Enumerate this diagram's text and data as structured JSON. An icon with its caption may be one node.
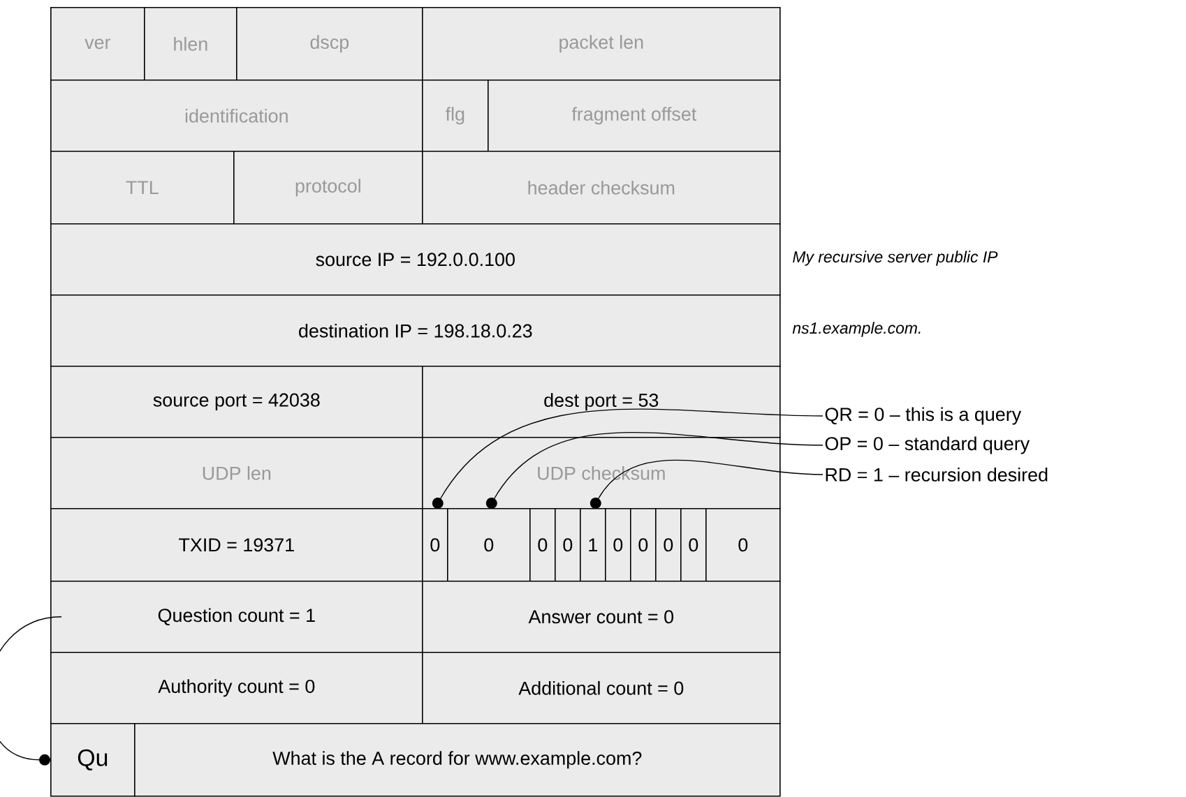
{
  "diagram": {
    "nodes": [
      {
        "text": [
          "ver"
        ]
      },
      {
        "text": [
          "hlen"
        ]
      },
      {
        "text": [
          "dscp"
        ]
      },
      {
        "text": [
          "packet len"
        ]
      },
      {
        "text": [
          "identification"
        ]
      },
      {
        "text": [
          "flg"
        ]
      },
      {
        "text": [
          "fragment offset"
        ]
      },
      {
        "text": [
          "TTL"
        ]
      },
      {
        "text": [
          "protocol"
        ]
      },
      {
        "text": [
          "header checksum"
        ]
      },
      {
        "text": [
          "source IP = 192.0.0.100"
        ],
        "beside": [
          "My recursive server public IP"
        ]
      },
      {
        "text": [
          "destination IP = 198.18.0.23"
        ],
        "beside": [
          "ns1.example.com."
        ]
      },
      {
        "text": [
          "source port = 42038"
        ]
      },
      {
        "text": [
          "dest port = 53"
        ]
      },
      {
        "text": [
          "UDP len"
        ]
      },
      {
        "text": [
          "UDP checksum"
        ]
      },
      {
        "text": [
          "TXID = 19371"
        ]
      },
      {
        "text": [
          "0"
        ]
      },
      {
        "text": [
          "0"
        ]
      },
      {
        "text": [
          "0"
        ]
      },
      {
        "text": [
          "0"
        ]
      },
      {
        "text": [
          "1"
        ]
      },
      {
        "text": [
          "0"
        ]
      },
      {
        "text": [
          "0"
        ]
      },
      {
        "text": [
          "0"
        ]
      },
      {
        "text": [
          "0"
        ]
      },
      {
        "text": [
          "0"
        ]
      },
      {
        "text": [
          "Question count = 1"
        ]
      },
      {
        "text": [
          "Answer count = 0"
        ]
      },
      {
        "text": [
          "Authority count = 0"
        ]
      },
      {
        "text": [
          "Additional count = 0"
        ]
      },
      {
        "text": [
          "Qu"
        ]
      },
      {
        "text": [
          "What is the A record for www.example.com?"
        ]
      },
      {
        "text": [
          "QR = 0 – this is a query"
        ]
      },
      {
        "text": [
          "OP = 0 – standard query"
        ]
      },
      {
        "text": [
          "RD = 1 – recursion desired"
        ]
      }
    ],
    "edges": [
      {
        "from": 33,
        "to": 17,
        "arrow": "other"
      },
      {
        "from": 34,
        "to": 18,
        "arrow": "other"
      },
      {
        "from": 35,
        "to": 21,
        "arrow": "other"
      },
      {
        "from": 27,
        "to": 31,
        "arrow": "other"
      }
    ]
  }
}
